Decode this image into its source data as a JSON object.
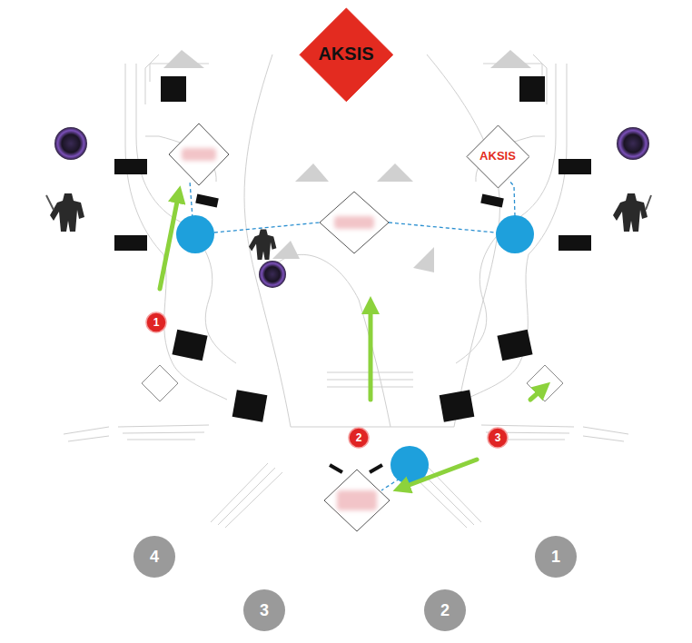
{
  "diagram": {
    "nodes": [
      {
        "text": [
          "AKSIS"
        ]
      },
      {
        "text": [
          "AKSIS"
        ]
      }
    ],
    "labels": [
      "1",
      "2",
      "3",
      "4",
      "1",
      "3",
      "2"
    ]
  }
}
